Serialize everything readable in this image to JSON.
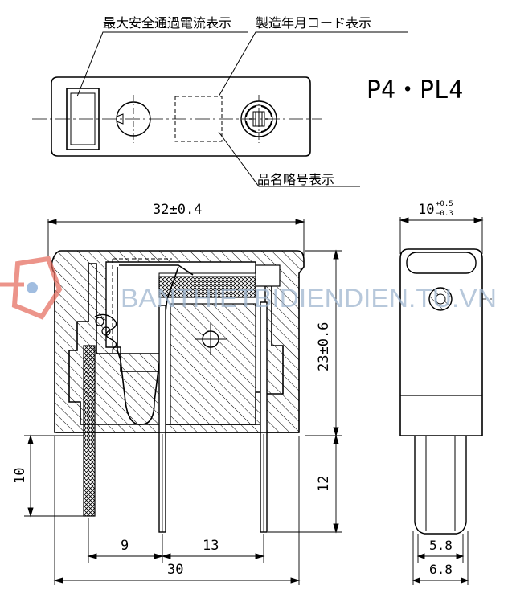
{
  "callouts": {
    "max_safe_current": "最大安全通過電流表示",
    "manufacture_code": "製造年月コード表示",
    "product_abbrev": "品名略号表示"
  },
  "model": "P4・PL4",
  "watermark": "BANTHIETBIDIENDIEN.TU.VN",
  "dimensions": {
    "width": "32±0.4",
    "height": "23±0.6",
    "side_width_base": "10",
    "side_width_tol_plus": "+0.5",
    "side_width_tol_minus": "−0.3",
    "left_pin": "10",
    "right_pin": "12",
    "pitch_a": "9",
    "pitch_b": "13",
    "overall": "30",
    "inner_width": "5.8",
    "outer_width": "6.8"
  },
  "colors": {
    "line": "#000000",
    "hatch": "#000000",
    "watermark_text": "#9fb6cf",
    "logo_red": "#e4685a",
    "logo_blue": "#7aa2d4"
  }
}
